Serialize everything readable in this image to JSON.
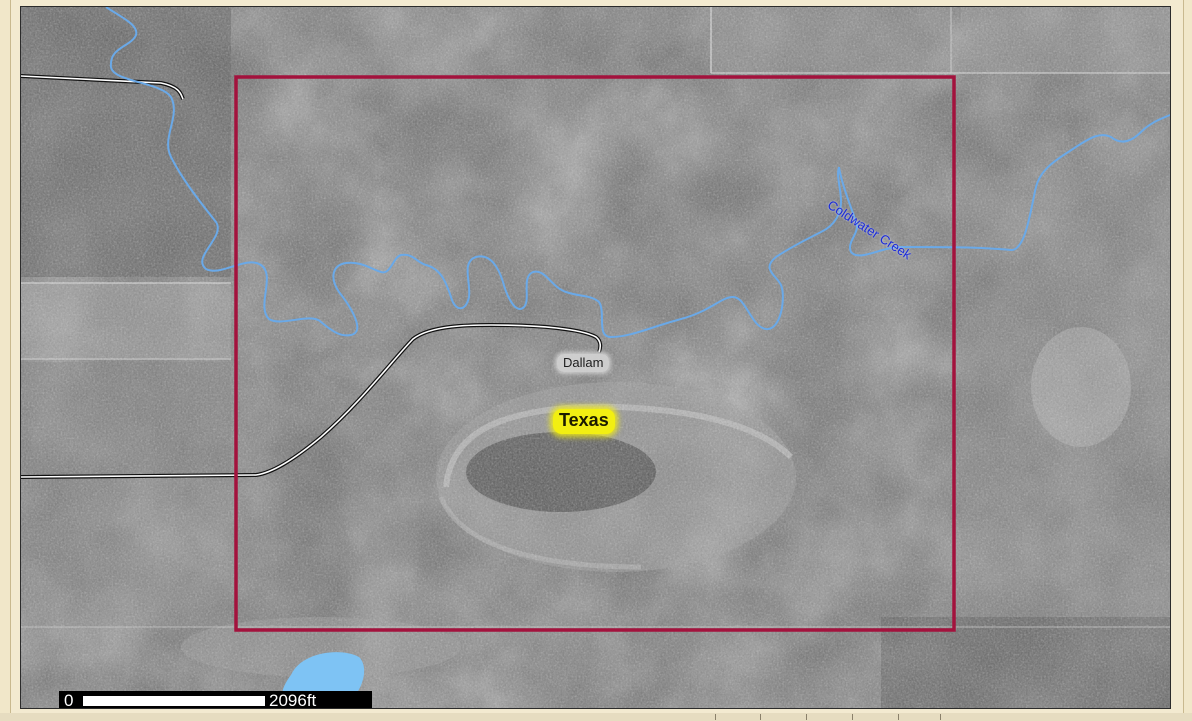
{
  "map": {
    "labels": {
      "county": "Dallam",
      "state": "Texas",
      "creek": "Coldwater Creek"
    },
    "scale_bar": {
      "start": "0",
      "distance": "2096ft"
    }
  },
  "colors": {
    "frame_background": "#f3ead0",
    "extent_box": "#a3123d",
    "creek": "#6aa9e8",
    "county_line": "#ffffff",
    "state_label_highlight": "#f2ef12",
    "creek_label": "#1b2bd8",
    "water_body": "#7ec3f4"
  }
}
